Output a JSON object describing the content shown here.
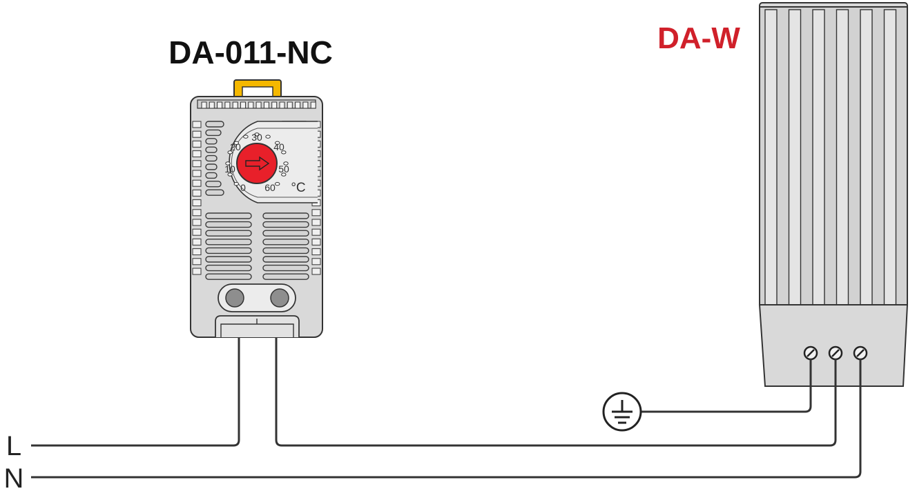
{
  "thermostat": {
    "title": "DA-011-NC",
    "unit": "°C",
    "scale": [
      "0",
      "10",
      "20",
      "30",
      "40",
      "50",
      "60"
    ]
  },
  "heater": {
    "title": "DA-W"
  },
  "lines": {
    "live": "L",
    "neutral": "N"
  },
  "ground": {
    "icon": "ground-icon"
  },
  "colors": {
    "heater_title": "#d0202a",
    "dial_knob": "#e8202a",
    "clip": "#f5b800",
    "device_body": "#d9d9d9",
    "wire": "#333333"
  }
}
